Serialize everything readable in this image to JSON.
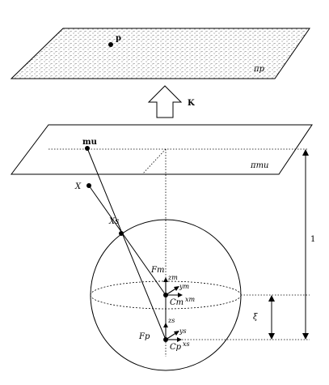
{
  "labels": {
    "image_point": "p",
    "image_plane": "πp",
    "intrinsics": "K",
    "normalized_point": "mu",
    "normalized_plane": "πmu",
    "world_point": "X",
    "sphere_point": "Xs",
    "mirror_frame": "Fm",
    "mirror_center": "Cm",
    "mirror_z": "zm",
    "mirror_y": "ym",
    "mirror_x": "xm",
    "proj_frame": "Fp",
    "proj_center": "Cp",
    "proj_z": "zs",
    "proj_y": "ys",
    "proj_x": "xs",
    "unit_distance": "1",
    "xi": "ξ"
  }
}
